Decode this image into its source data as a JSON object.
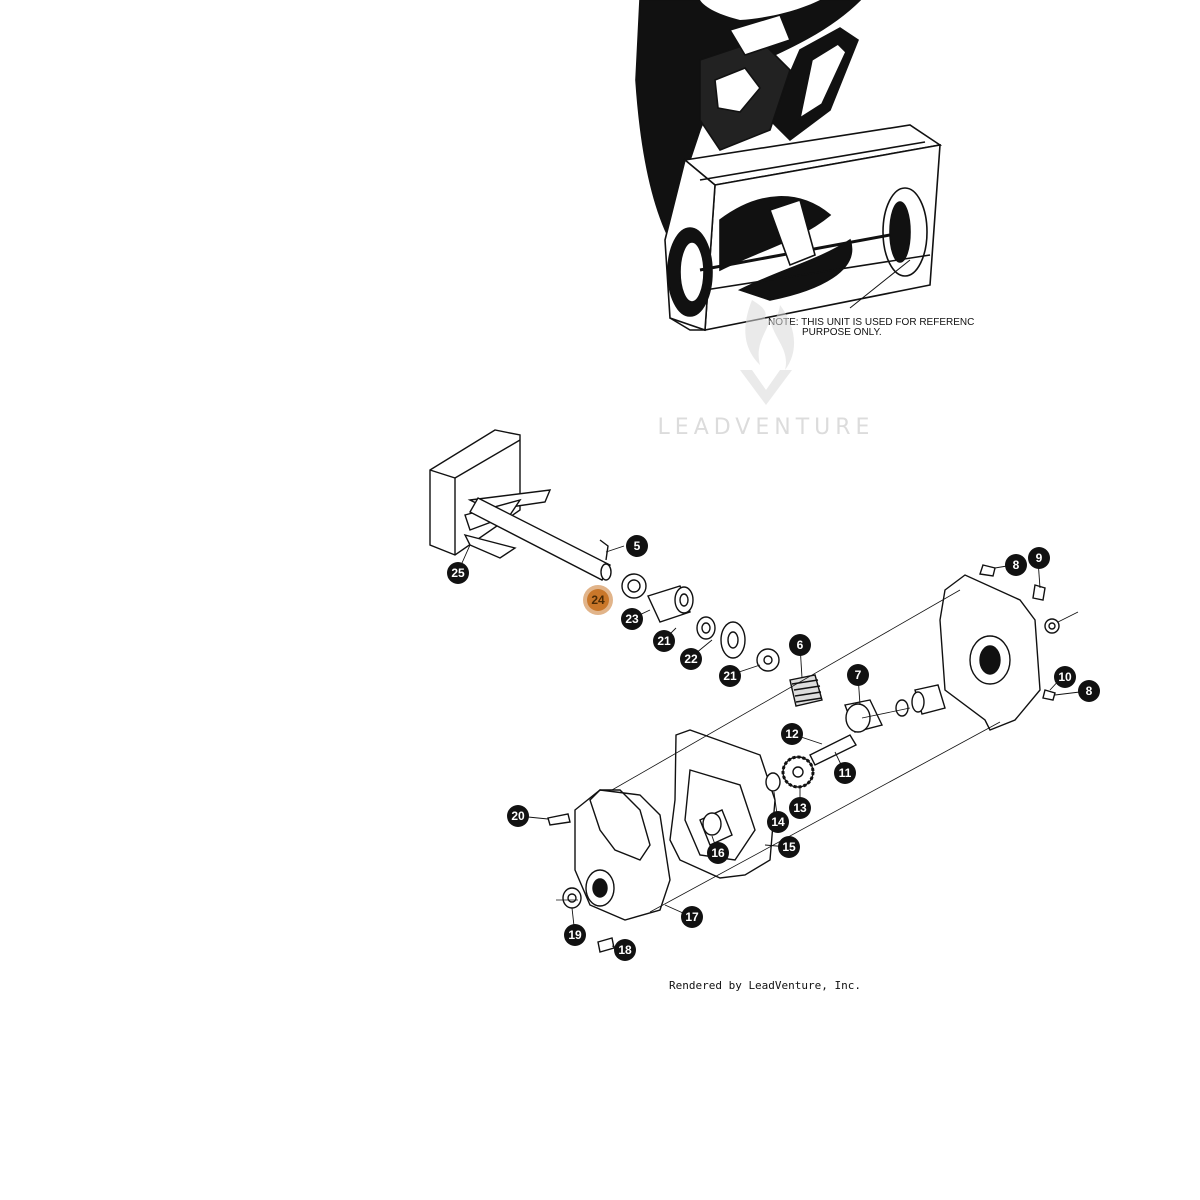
{
  "note": {
    "line1": "NOTE: THIS UNIT IS USED FOR REFERENC",
    "line2": "PURPOSE ONLY."
  },
  "watermark": {
    "brand": "LEADVENTURE"
  },
  "footer": {
    "rendered_by": "Rendered by LeadVenture, Inc."
  },
  "colors": {
    "callout": "#111111",
    "selected": "#c9772a",
    "line": "#111111"
  },
  "callouts": [
    {
      "id": "5",
      "label": "5"
    },
    {
      "id": "6",
      "label": "6"
    },
    {
      "id": "7",
      "label": "7"
    },
    {
      "id": "8a",
      "label": "8"
    },
    {
      "id": "8b",
      "label": "8"
    },
    {
      "id": "9",
      "label": "9"
    },
    {
      "id": "10",
      "label": "10"
    },
    {
      "id": "11",
      "label": "11"
    },
    {
      "id": "12",
      "label": "12"
    },
    {
      "id": "13",
      "label": "13"
    },
    {
      "id": "14",
      "label": "14"
    },
    {
      "id": "15",
      "label": "15"
    },
    {
      "id": "16",
      "label": "16"
    },
    {
      "id": "17",
      "label": "17"
    },
    {
      "id": "18",
      "label": "18"
    },
    {
      "id": "19",
      "label": "19"
    },
    {
      "id": "20",
      "label": "20"
    },
    {
      "id": "21a",
      "label": "21"
    },
    {
      "id": "21b",
      "label": "21"
    },
    {
      "id": "22",
      "label": "22"
    },
    {
      "id": "23",
      "label": "23"
    },
    {
      "id": "24",
      "label": "24",
      "selected": true
    },
    {
      "id": "25",
      "label": "25"
    }
  ]
}
